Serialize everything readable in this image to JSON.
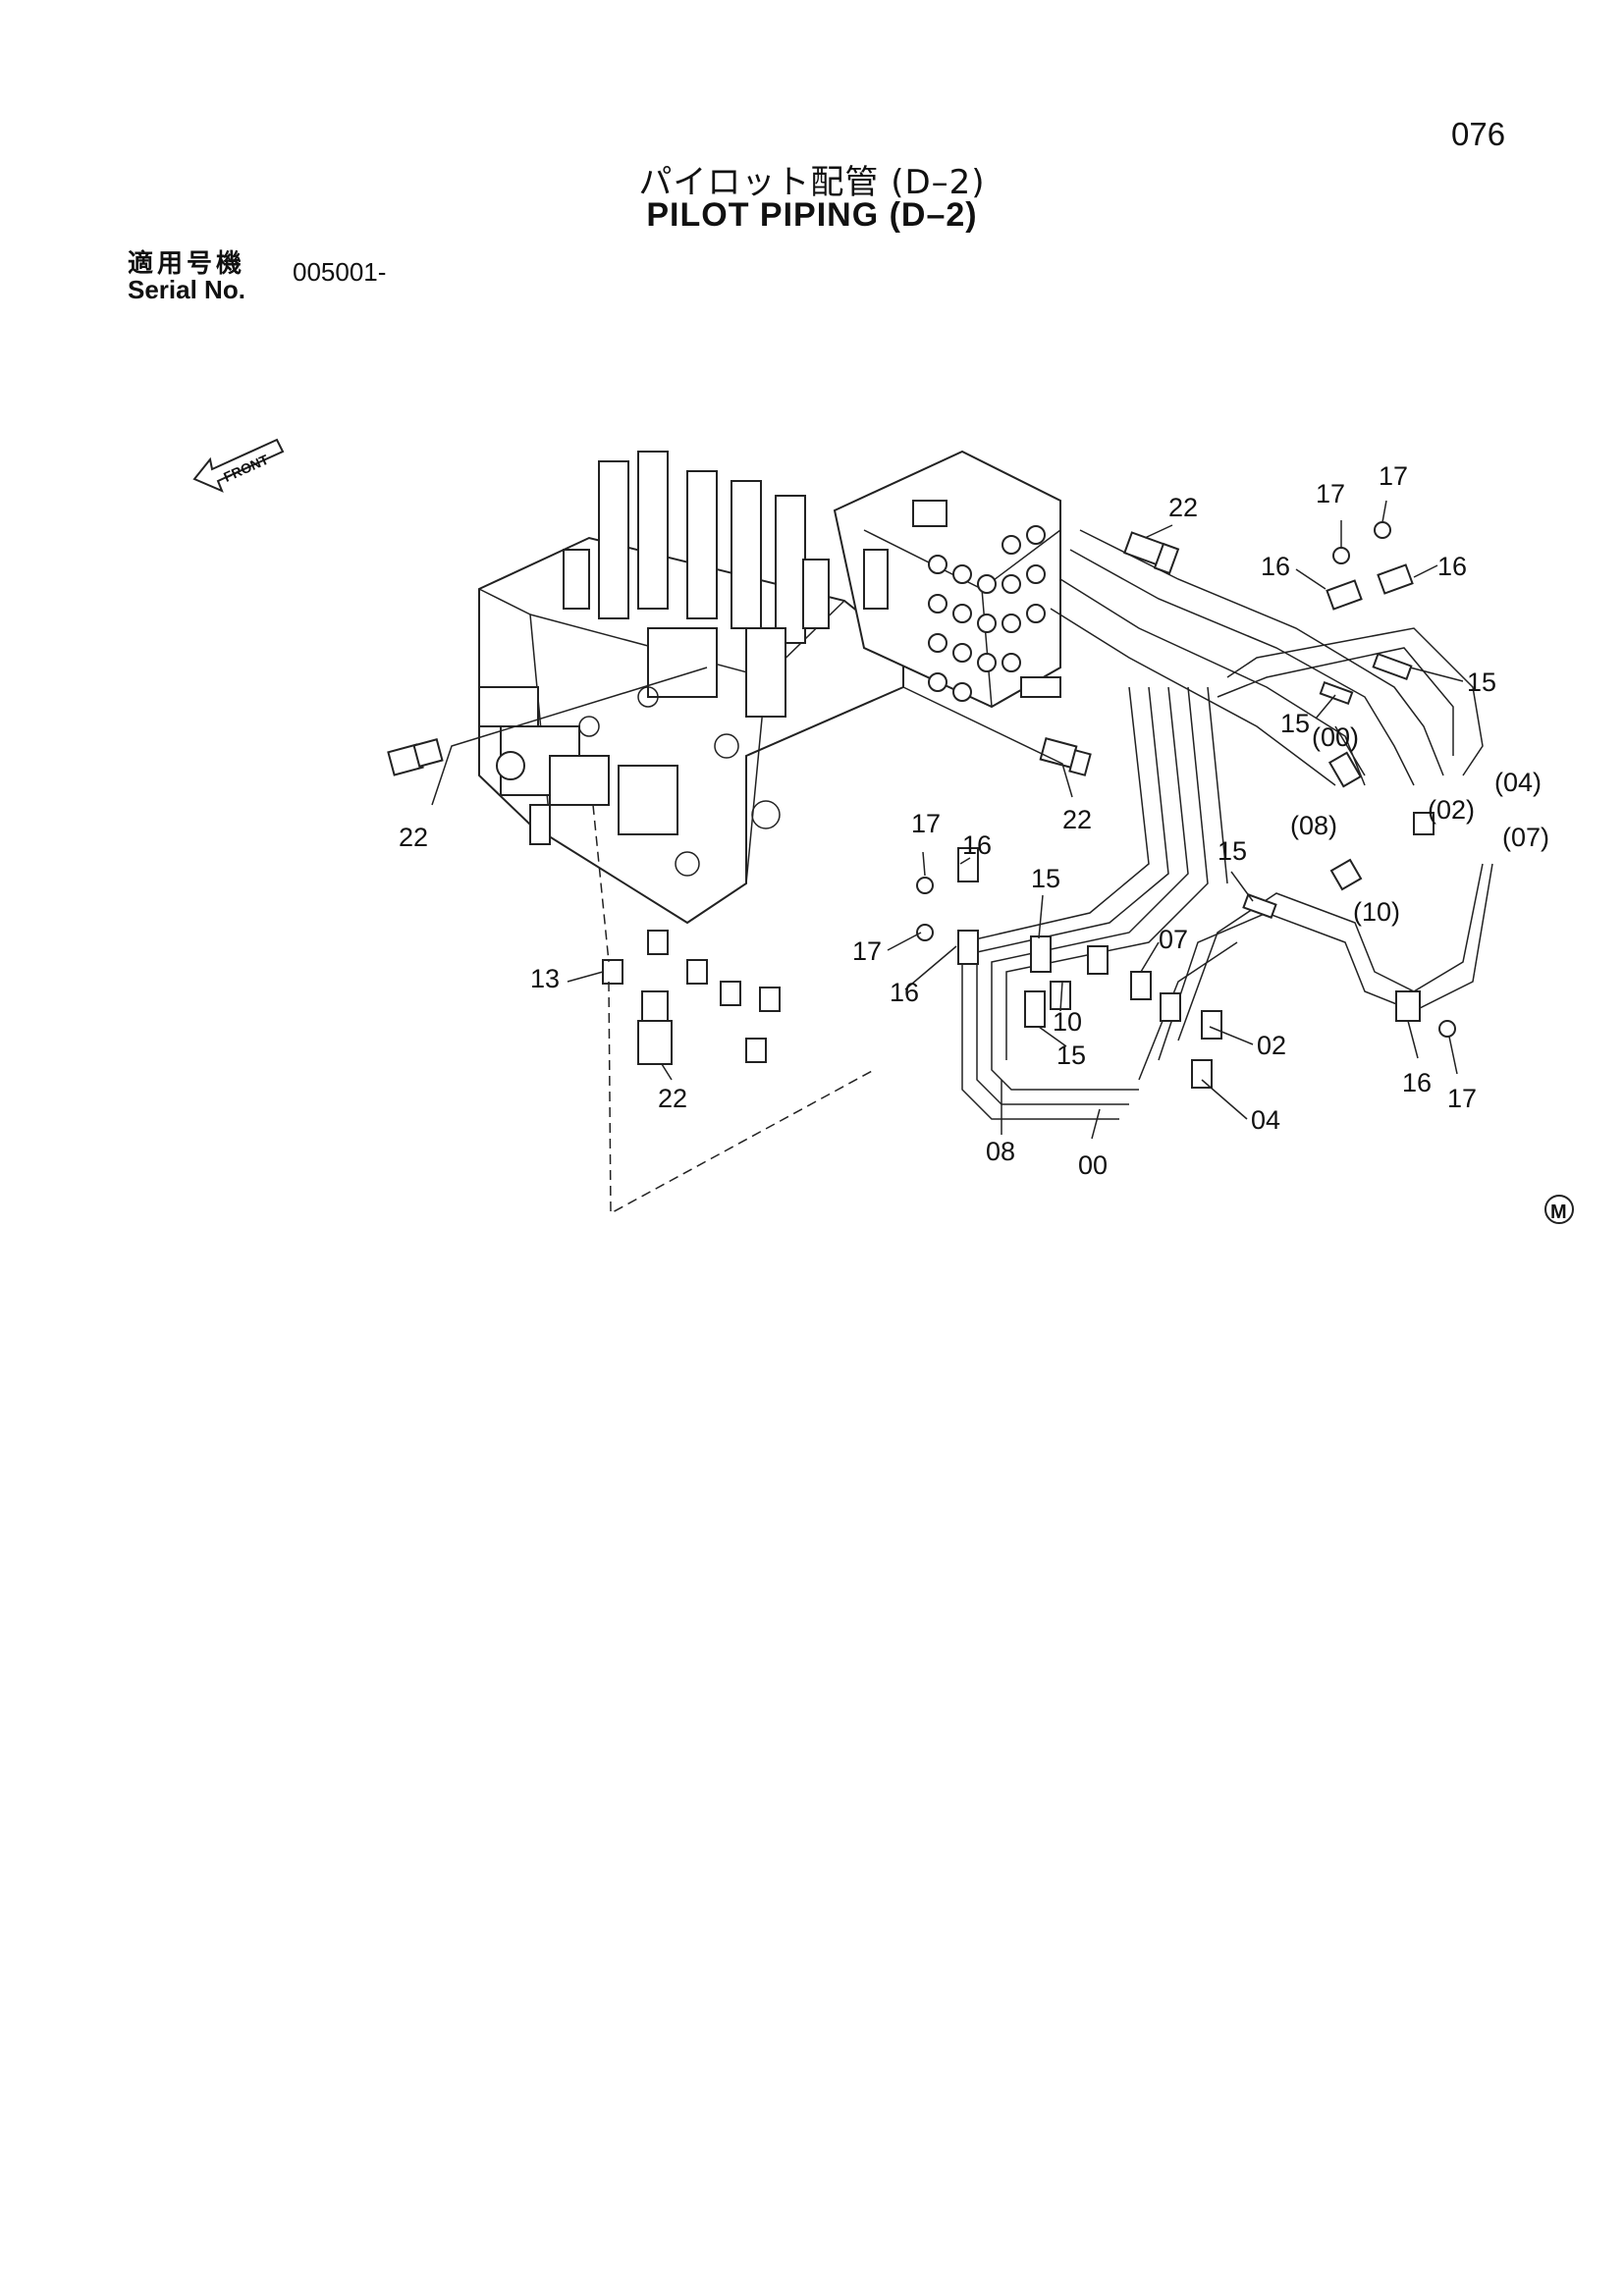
{
  "page_number": "076",
  "title_jp": "パイロット配管 (D–2)",
  "title_en": "PILOT PIPING (D–2)",
  "serial": {
    "label_jp": "適用号機",
    "label_en": "Serial No.",
    "value": "005001-"
  },
  "front_indicator": "FRONT",
  "callouts": {
    "c22_top": "22",
    "c17_a": "17",
    "c17_b": "17",
    "c16_a": "16",
    "c16_b": "16",
    "c15_a": "15",
    "c15_b": "15",
    "c00_paren": "(00)",
    "c04_paren": "(04)",
    "c02_paren": "(02)",
    "c07_paren": "(07)",
    "c08_paren": "(08)",
    "c10_paren": "(10)",
    "c22_left": "22",
    "c22_mid": "22",
    "c17_c": "17",
    "c16_c": "16",
    "c15_c": "15",
    "c17_d": "17",
    "c16_d": "16",
    "c13": "13",
    "c22_bottom": "22",
    "c07": "07",
    "c10": "10",
    "c15_d": "15",
    "c02": "02",
    "c04": "04",
    "c08": "08",
    "c00": "00",
    "c15_e": "15",
    "c16_e": "16",
    "c17_e": "17"
  },
  "corner_mark": "M"
}
